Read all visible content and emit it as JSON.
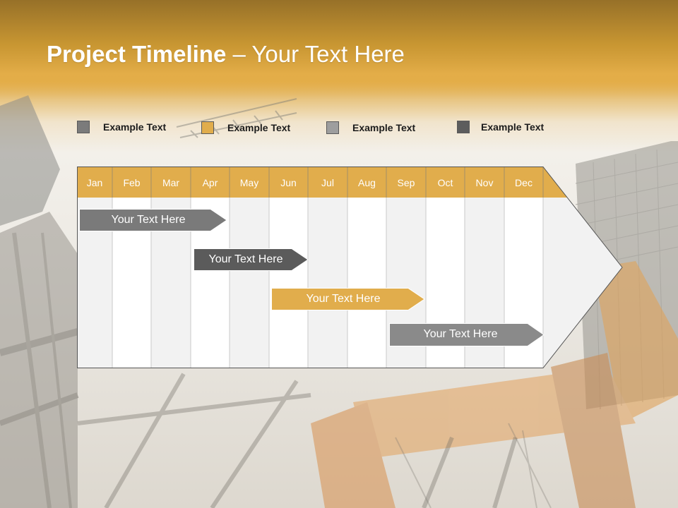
{
  "slide": {
    "title_bold": "Project Timeline",
    "title_rest": " – Your Text Here"
  },
  "legend": [
    {
      "label": "Example Text",
      "color": "#7b7b7b"
    },
    {
      "label": "Example Text",
      "color": "#e1ad4c"
    },
    {
      "label": "Example Text",
      "color": "#9e9e9e"
    },
    {
      "label": "Example Text",
      "color": "#5d5d5d"
    }
  ],
  "months": [
    "Jan",
    "Feb",
    "Mar",
    "Apr",
    "May",
    "Jun",
    "Jul",
    "Aug",
    "Sep",
    "Oct",
    "Nov",
    "Dec"
  ],
  "tasks": [
    {
      "label": "Your  Text Here",
      "color": "#7a7a7a"
    },
    {
      "label": "Your  Text Here",
      "color": "#5b5b5b"
    },
    {
      "label": "Your  Text Here",
      "color": "#e1ad4c"
    },
    {
      "label": "Your  Text Here",
      "color": "#8a8a8a"
    }
  ],
  "colors": {
    "accent": "#e1ad4c",
    "header": "#c8962f",
    "column_light": "#f2f2f2",
    "column_white": "#ffffff"
  }
}
